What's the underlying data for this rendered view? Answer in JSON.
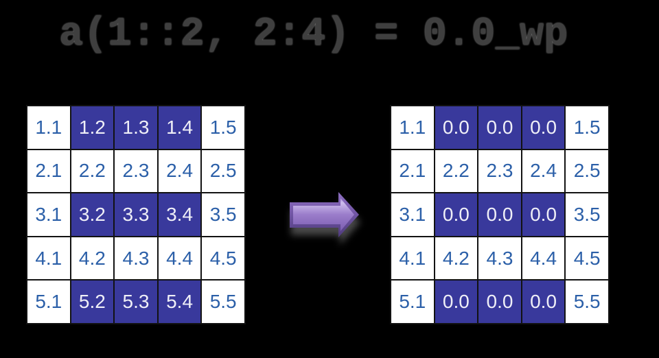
{
  "title": {
    "code": "a(1::2, 2:4) = 0.0_wp"
  },
  "arrow": {
    "icon": "right-arrow"
  },
  "colors": {
    "background": "#000000",
    "title_text": "#3f3f3f",
    "title_glow": "#9a9a9a",
    "grid_line": "#121212",
    "cell_bg": "#ffffff",
    "cell_text": "#2b5fa8",
    "highlight_bg": "#39399c",
    "highlight_text": "#efeff7",
    "arrow_edge_hi": "#8d6fc0",
    "arrow_edge_mid": "#7a5cae",
    "arrow_edge_dark": "#4e3a7c",
    "arrow_face_top": "#a98fd6",
    "arrow_face_light": "#cdbcec",
    "arrow_face_mid": "#9a7cca",
    "arrow_face_dark": "#7b5db0",
    "arrow_shadow": "#8f8f8f80"
  },
  "matrices": {
    "before": [
      [
        {
          "v": "1.1",
          "hl": false
        },
        {
          "v": "1.2",
          "hl": true
        },
        {
          "v": "1.3",
          "hl": true
        },
        {
          "v": "1.4",
          "hl": true
        },
        {
          "v": "1.5",
          "hl": false
        }
      ],
      [
        {
          "v": "2.1",
          "hl": false
        },
        {
          "v": "2.2",
          "hl": false
        },
        {
          "v": "2.3",
          "hl": false
        },
        {
          "v": "2.4",
          "hl": false
        },
        {
          "v": "2.5",
          "hl": false
        }
      ],
      [
        {
          "v": "3.1",
          "hl": false
        },
        {
          "v": "3.2",
          "hl": true
        },
        {
          "v": "3.3",
          "hl": true
        },
        {
          "v": "3.4",
          "hl": true
        },
        {
          "v": "3.5",
          "hl": false
        }
      ],
      [
        {
          "v": "4.1",
          "hl": false
        },
        {
          "v": "4.2",
          "hl": false
        },
        {
          "v": "4.3",
          "hl": false
        },
        {
          "v": "4.4",
          "hl": false
        },
        {
          "v": "4.5",
          "hl": false
        }
      ],
      [
        {
          "v": "5.1",
          "hl": false
        },
        {
          "v": "5.2",
          "hl": true
        },
        {
          "v": "5.3",
          "hl": true
        },
        {
          "v": "5.4",
          "hl": true
        },
        {
          "v": "5.5",
          "hl": false
        }
      ]
    ],
    "after": [
      [
        {
          "v": "1.1",
          "hl": false
        },
        {
          "v": "0.0",
          "hl": true
        },
        {
          "v": "0.0",
          "hl": true
        },
        {
          "v": "0.0",
          "hl": true
        },
        {
          "v": "1.5",
          "hl": false
        }
      ],
      [
        {
          "v": "2.1",
          "hl": false
        },
        {
          "v": "2.2",
          "hl": false
        },
        {
          "v": "2.3",
          "hl": false
        },
        {
          "v": "2.4",
          "hl": false
        },
        {
          "v": "2.5",
          "hl": false
        }
      ],
      [
        {
          "v": "3.1",
          "hl": false
        },
        {
          "v": "0.0",
          "hl": true
        },
        {
          "v": "0.0",
          "hl": true
        },
        {
          "v": "0.0",
          "hl": true
        },
        {
          "v": "3.5",
          "hl": false
        }
      ],
      [
        {
          "v": "4.1",
          "hl": false
        },
        {
          "v": "4.2",
          "hl": false
        },
        {
          "v": "4.3",
          "hl": false
        },
        {
          "v": "4.4",
          "hl": false
        },
        {
          "v": "4.5",
          "hl": false
        }
      ],
      [
        {
          "v": "5.1",
          "hl": false
        },
        {
          "v": "0.0",
          "hl": true
        },
        {
          "v": "0.0",
          "hl": true
        },
        {
          "v": "0.0",
          "hl": true
        },
        {
          "v": "5.5",
          "hl": false
        }
      ]
    ]
  }
}
